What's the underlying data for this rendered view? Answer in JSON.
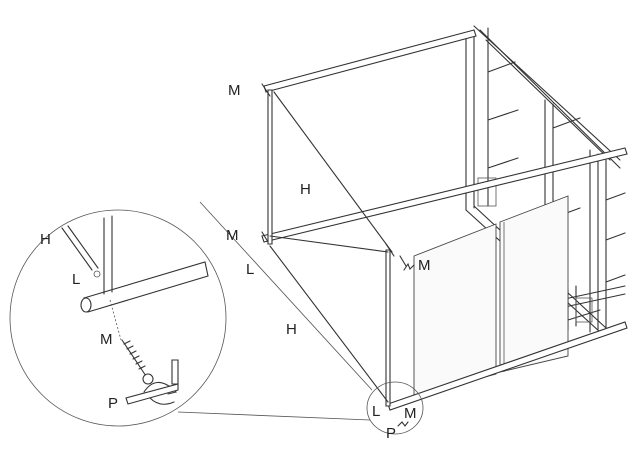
{
  "diagram": {
    "labels": {
      "m_top": "M",
      "h_upper": "H",
      "m_mid": "M",
      "l_mid": "L",
      "m_right": "M",
      "h_lower": "H",
      "l_bottom": "L",
      "m_bottom": "M",
      "p_bottom": "P"
    },
    "inset_labels": {
      "h": "H",
      "l": "L",
      "m": "M",
      "p": "P"
    }
  }
}
